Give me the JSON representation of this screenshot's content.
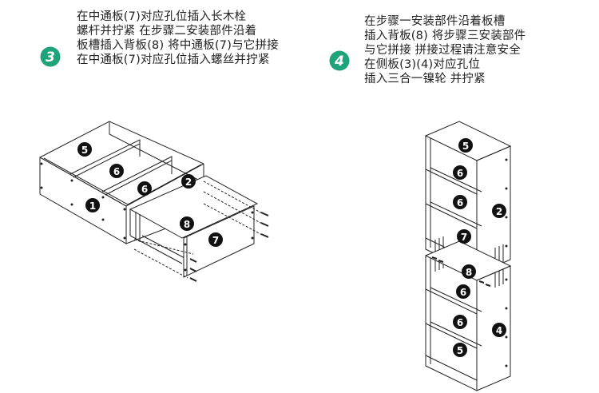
{
  "step3": {
    "number": "3",
    "lines": [
      "在中通板(7)对应孔位插入长木栓",
      "螺杆并拧紧 在步骤二安装部件沿着",
      "板槽插入背板(8) 将中通板(7)与它拼接",
      "在中通板(7)对应孔位插入螺丝并拧紧"
    ]
  },
  "step4": {
    "number": "4",
    "lines": [
      "在步骤一安装部件沿着板槽",
      "插入背板(8) 将步骤三安装部件",
      "与它拼接 拼接过程请注意安全",
      "在侧板(3)(4)对应孔位",
      "插入三合一镍轮 并拧紧"
    ]
  },
  "diagram3": {
    "labels": [
      "5",
      "6",
      "6",
      "1",
      "2",
      "8",
      "7"
    ]
  },
  "diagram4": {
    "labels": [
      "5",
      "6",
      "6",
      "2",
      "7",
      "8",
      "6",
      "6",
      "4",
      "5"
    ]
  },
  "colors": {
    "badge": "#1fa37a",
    "part_label_bg": "#111111",
    "line": "#222222"
  }
}
